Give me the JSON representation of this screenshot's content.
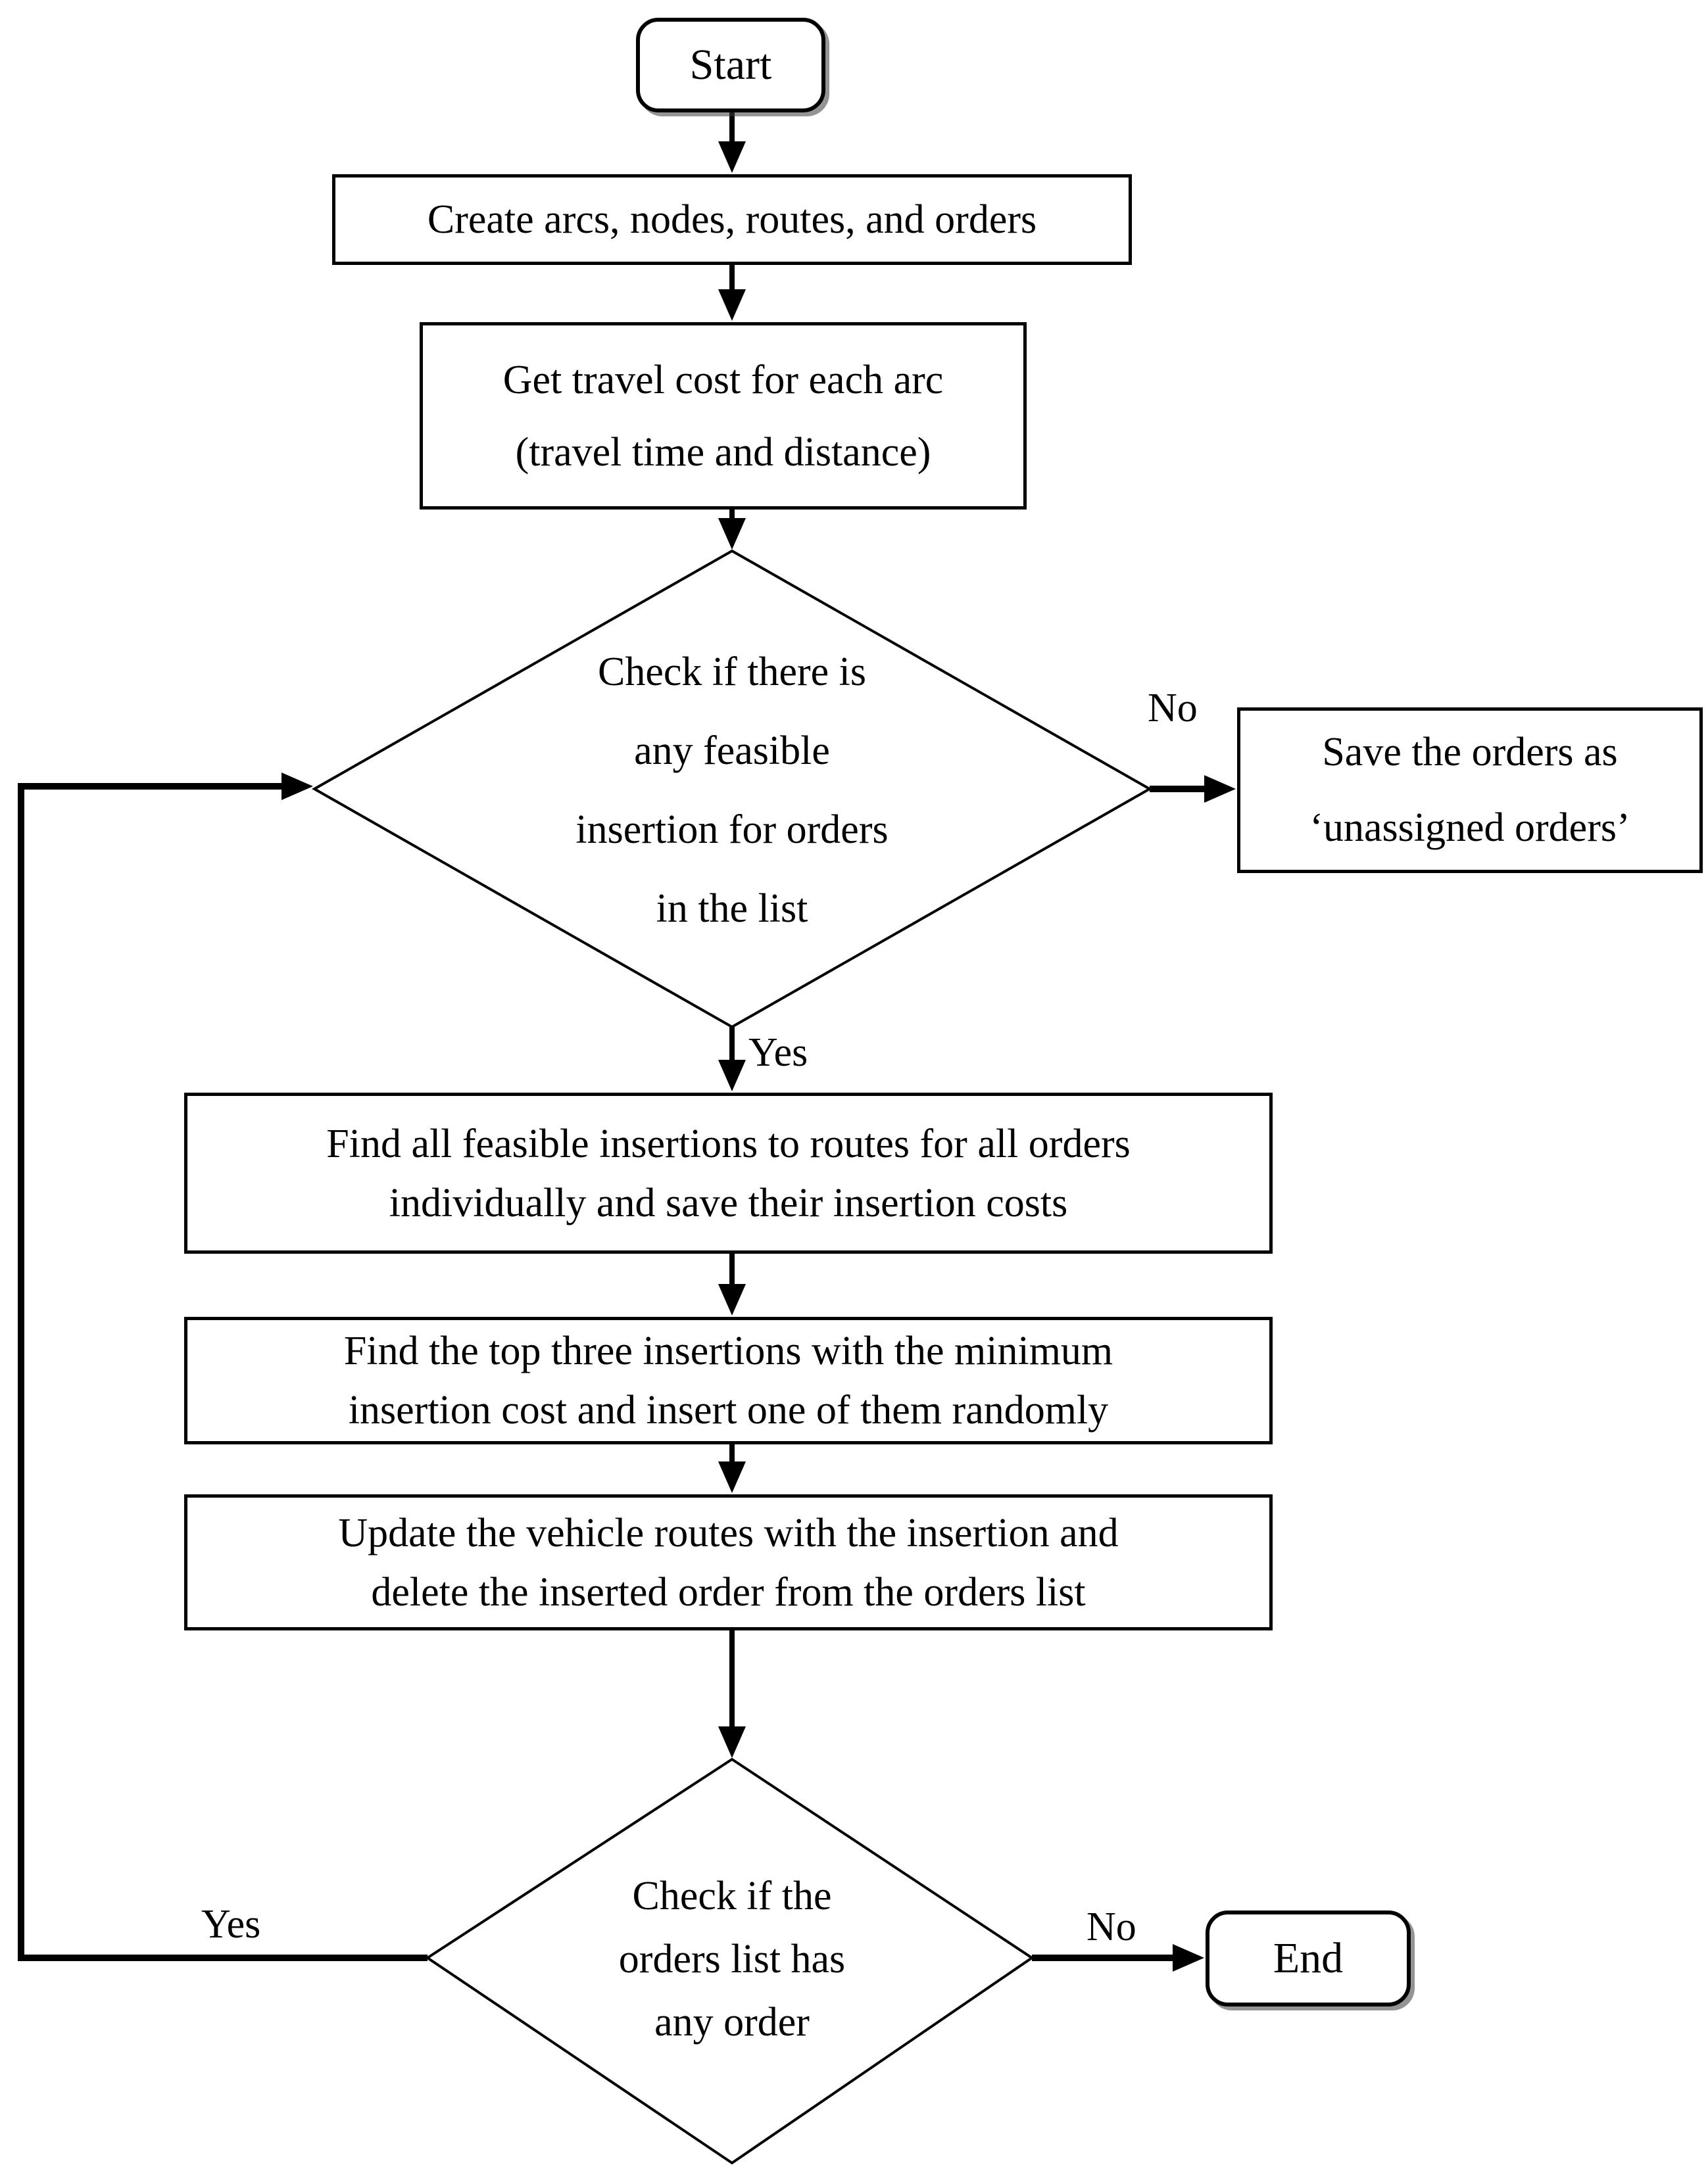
{
  "canvas": {
    "background": "#ffffff",
    "ink": "#000000"
  },
  "nodes": {
    "start": {
      "type": "terminator",
      "lines": [
        "Start"
      ]
    },
    "create_arcs": {
      "type": "process",
      "lines": [
        "Create arcs, nodes, routes, and orders"
      ]
    },
    "travel_cost": {
      "type": "process",
      "lines": [
        "Get travel cost for each arc",
        "(travel time and distance)"
      ]
    },
    "feasible_check": {
      "type": "decision",
      "lines": [
        "Check if there is",
        "any feasible",
        "insertion for orders",
        "in the list"
      ]
    },
    "save_unassigned": {
      "type": "process",
      "lines": [
        "Save the orders as",
        "‘unassigned orders’"
      ]
    },
    "find_insertions": {
      "type": "process",
      "lines": [
        "Find all feasible insertions to routes for all orders",
        "individually and save their insertion costs"
      ]
    },
    "top_three": {
      "type": "process",
      "lines": [
        "Find the top three insertions with the minimum",
        "insertion cost and insert one of them randomly"
      ]
    },
    "update_routes": {
      "type": "process",
      "lines": [
        "Update the vehicle routes with the insertion and",
        "delete the inserted order from the orders list"
      ]
    },
    "orders_check": {
      "type": "decision",
      "lines": [
        "Check if the",
        "orders list has",
        "any order"
      ]
    },
    "end": {
      "type": "terminator",
      "lines": [
        "End"
      ]
    }
  },
  "edge_labels": {
    "feasible_no": "No",
    "feasible_yes": "Yes",
    "orders_no": "No",
    "orders_yes": "Yes"
  }
}
